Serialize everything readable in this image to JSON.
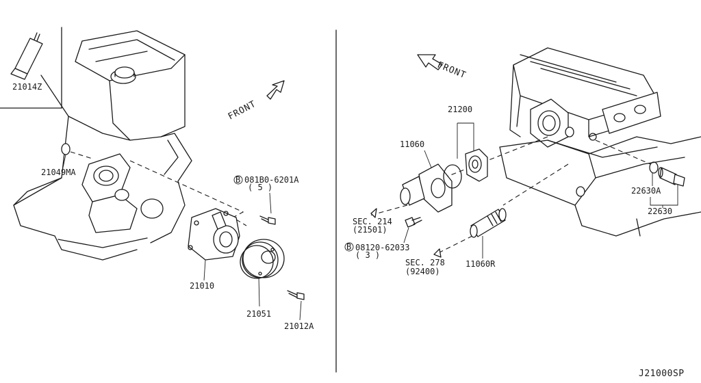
{
  "diagram_code": "J21000SP",
  "parts": {
    "p21014Z": "21014Z",
    "p21049MA": "21049MA",
    "p21010": "21010",
    "p21051": "21051",
    "p21012A": "21012A",
    "bolt_left_code": "081B0-6201A",
    "bolt_left_qty": "( 5 )",
    "p21200": "21200",
    "p11060": "11060",
    "sec214": "SEC. 214",
    "sec214_ref": "(21501)",
    "bolt_right_code": "08120-62033",
    "bolt_right_qty": "( 3 )",
    "sec278": "SEC. 278",
    "sec278_ref": "(92400)",
    "p11060R": "11060R",
    "p22630A": "22630A",
    "p22630": "22630"
  },
  "front_label": "FRONT",
  "bolt_symbol": "B"
}
